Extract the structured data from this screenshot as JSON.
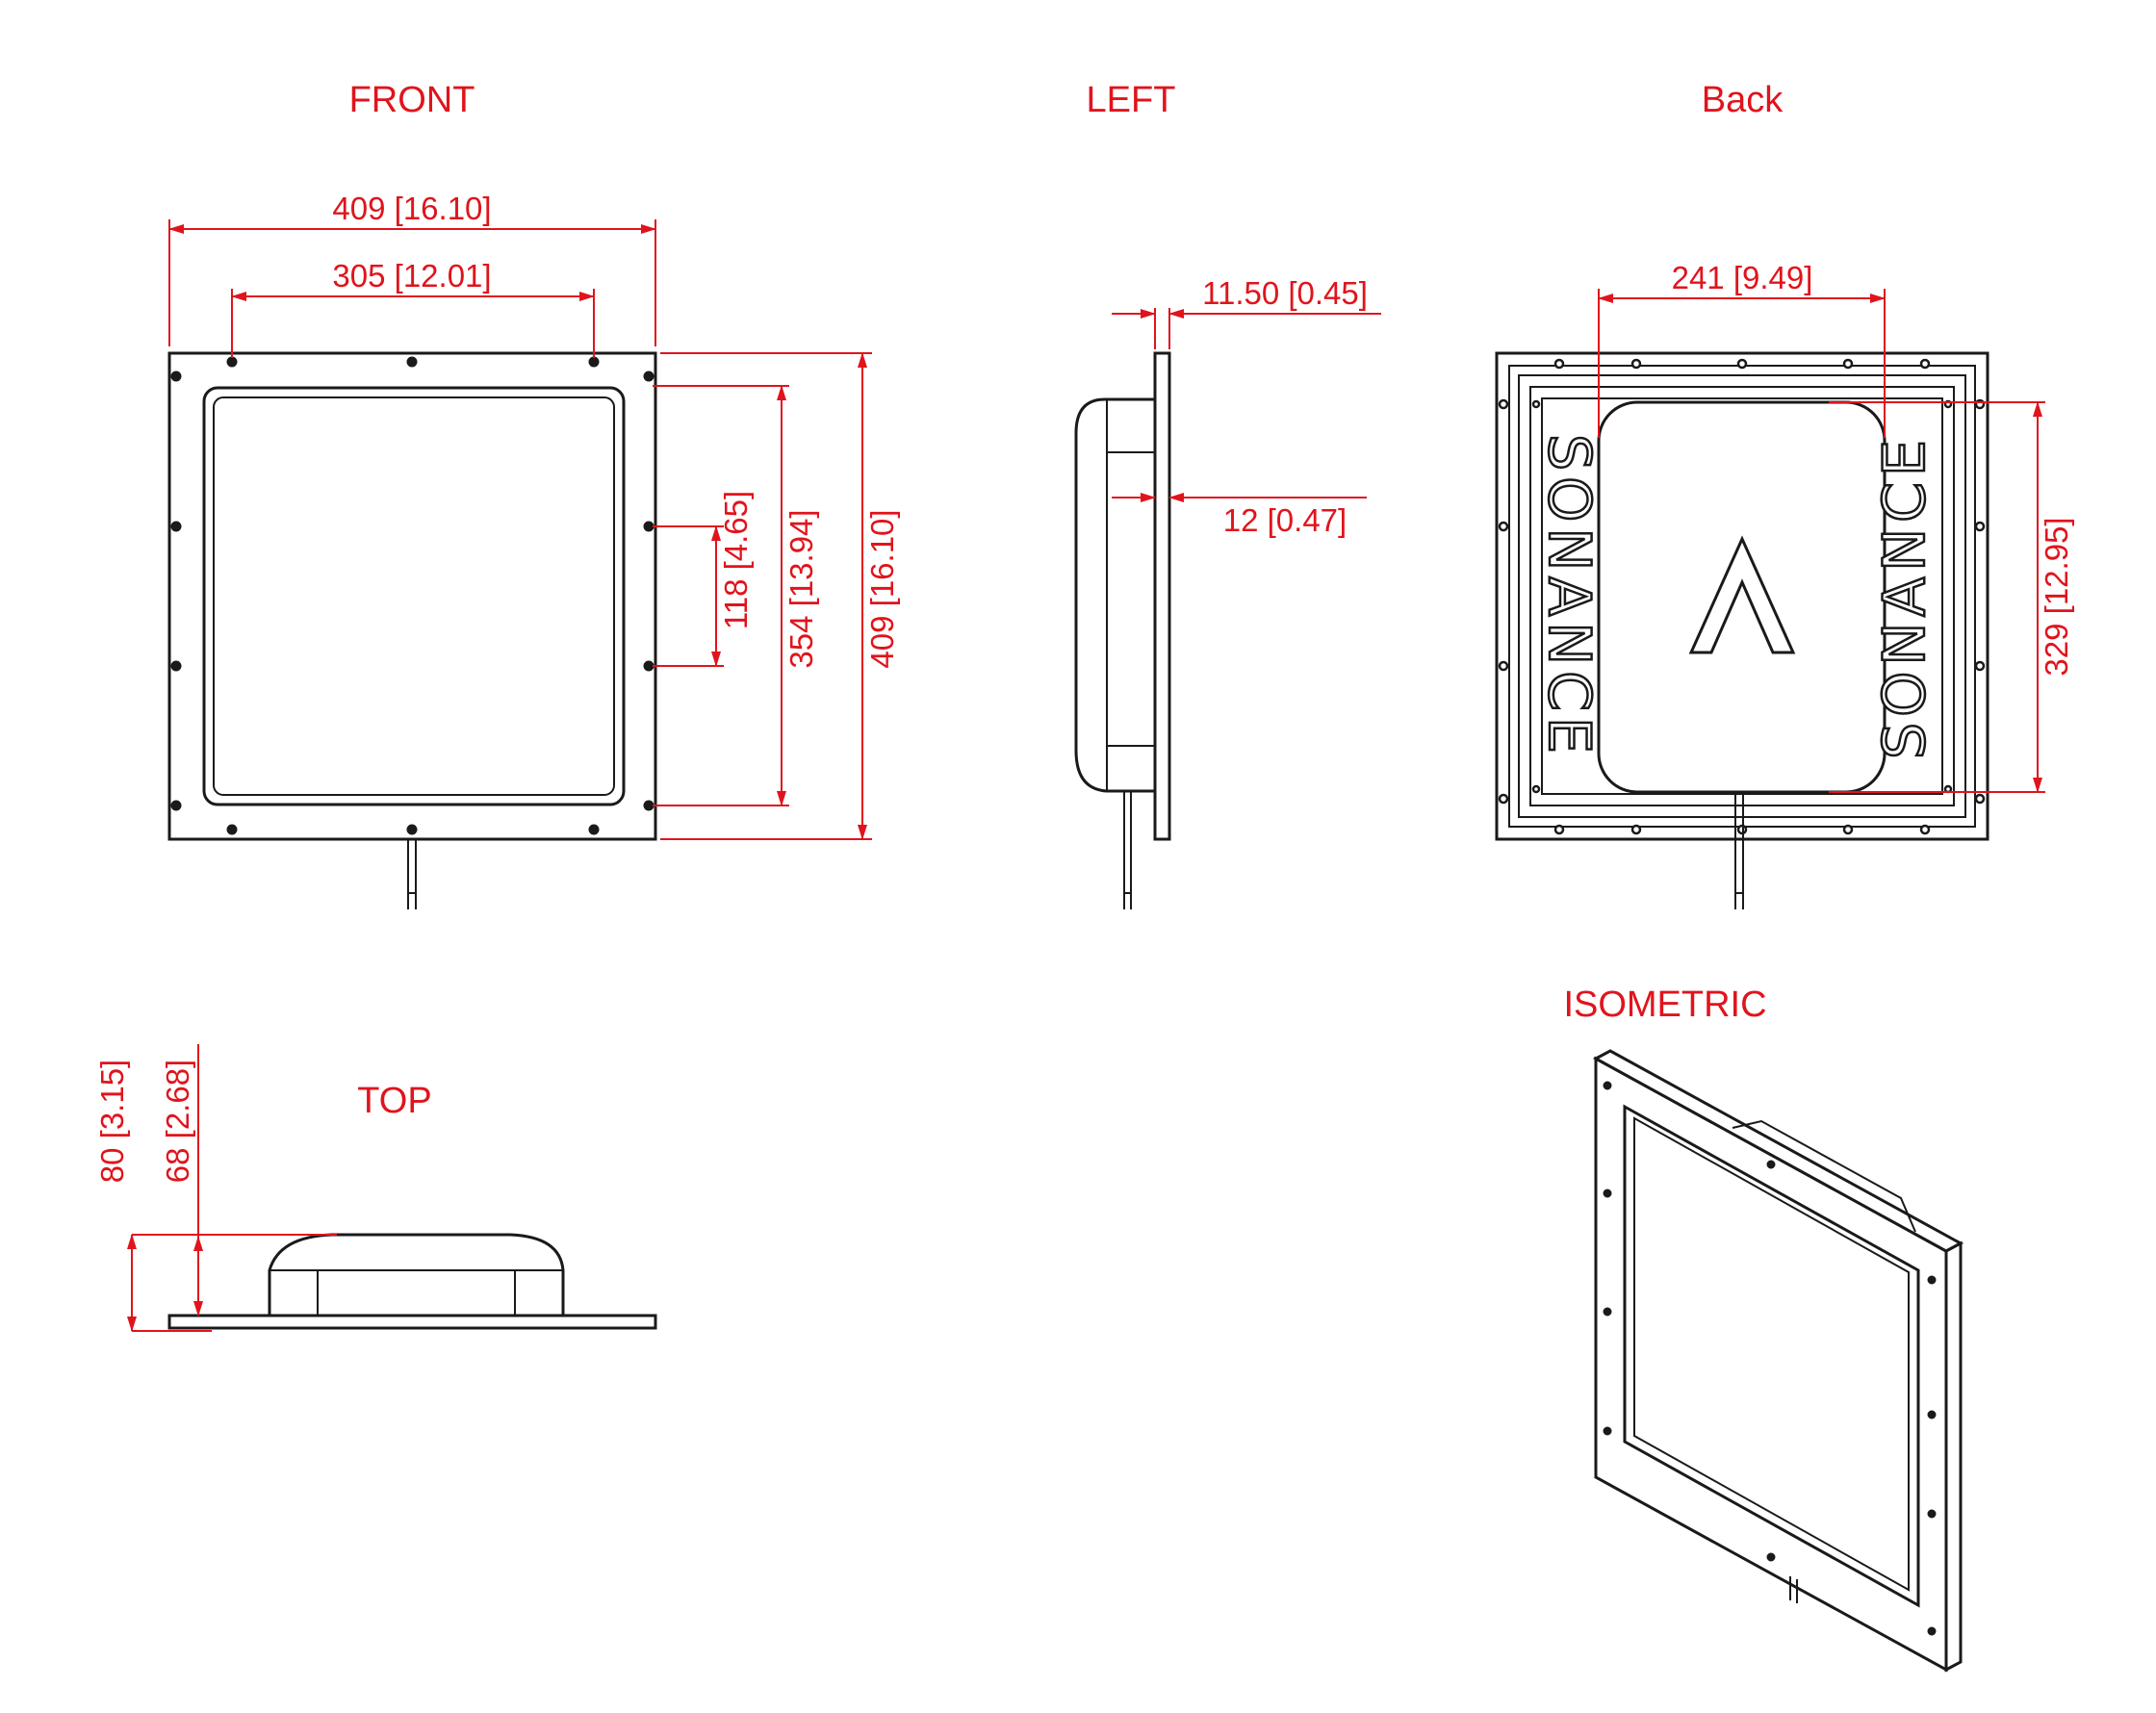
{
  "views": {
    "front": "FRONT",
    "left": "LEFT",
    "back": "Back",
    "top": "TOP",
    "isometric": "ISOMETRIC"
  },
  "dimensions": {
    "front_width": "409 [16.10]",
    "front_hole_span": "305 [12.01]",
    "front_hole_pitch": "118 [4.65]",
    "front_inner_height": "354 [13.94]",
    "front_height": "409 [16.10]",
    "left_flange": "11.50 [0.45]",
    "left_depth": "12 [0.47]",
    "back_module_width": "241 [9.49]",
    "back_module_height": "329 [12.95]",
    "top_total_height": "80 [3.15]",
    "top_body_height": "68 [2.68]"
  },
  "brand": {
    "name": "SONANCE"
  },
  "colors": {
    "dimension": "#e0141c",
    "outline": "#1a1a1a",
    "background": "#ffffff"
  }
}
